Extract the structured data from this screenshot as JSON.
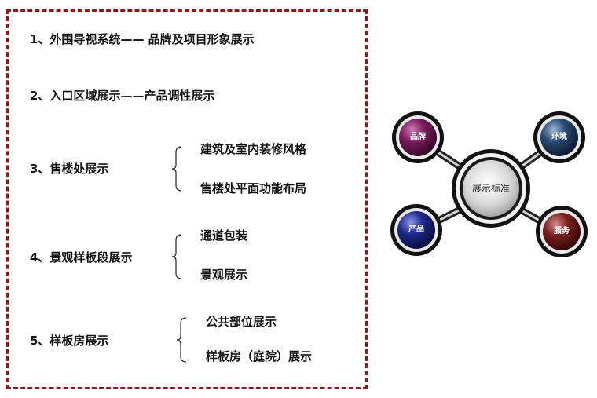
{
  "list": {
    "item1": "1、外围导视系统—— 品牌及项目形象展示",
    "item2": "2、入口区域展示——产品调性展示",
    "item3": "3、售楼处展示",
    "item3_sub1": "建筑及室内装修风格",
    "item3_sub2": "售楼处平面功能布局",
    "item4": "4、景观样板段展示",
    "item4_sub1": "通道包装",
    "item4_sub2": "景观展示",
    "item5": "5、样板房展示",
    "item5_sub1": "公共部位展示",
    "item5_sub2": "样板房（庭院）展示"
  },
  "diagram": {
    "center": "展示标准",
    "top_left": "品牌",
    "top_right": "环境",
    "bottom_left": "产品",
    "bottom_right": "服务",
    "colors": {
      "top_left": "#7a1d5e",
      "top_right": "#2b4a73",
      "bottom_left": "#1f2a8c",
      "bottom_right": "#7a1f1f",
      "frame": "#8b1a1a"
    }
  }
}
